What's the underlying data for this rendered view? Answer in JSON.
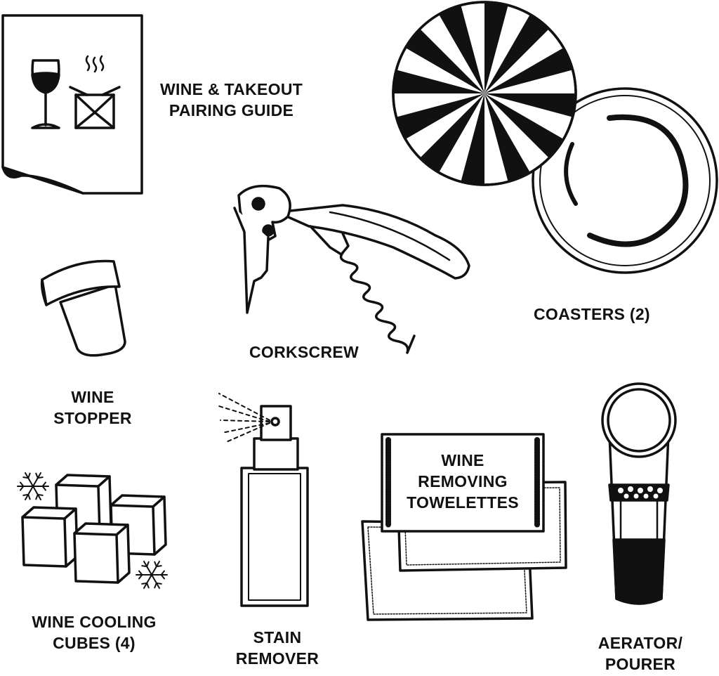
{
  "colors": {
    "ink": "#111111",
    "paper": "#ffffff"
  },
  "items": {
    "pairing_guide": {
      "icon": "pairing-guide-sheet-icon",
      "line1": "WINE & TAKEOUT",
      "line2": "PAIRING GUIDE"
    },
    "corkscrew": {
      "icon": "corkscrew-icon",
      "label": "CORKSCREW"
    },
    "coasters": {
      "icon": "coasters-icon",
      "label": "COASTERS (2)"
    },
    "wine_stopper": {
      "icon": "wine-stopper-icon",
      "line1": "WINE",
      "line2": "STOPPER"
    },
    "cooling_cubes": {
      "icon": "cooling-cubes-icon",
      "line1": "WINE COOLING",
      "line2": "CUBES (4)"
    },
    "stain_remover": {
      "icon": "spray-bottle-icon",
      "line1": "STAIN",
      "line2": "REMOVER"
    },
    "towelettes": {
      "icon": "towelettes-icon",
      "line1": "WINE",
      "line2": "REMOVING",
      "line3": "TOWELETTES"
    },
    "aerator": {
      "icon": "aerator-pourer-icon",
      "line1": "AERATOR/",
      "line2": "POURER"
    }
  }
}
